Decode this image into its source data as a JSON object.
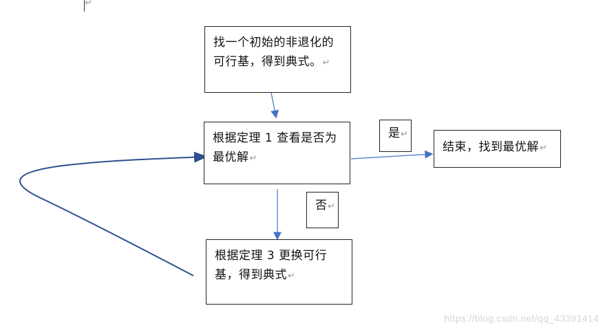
{
  "document": {
    "paragraph_mark": "↵"
  },
  "flowchart": {
    "start_box": "找一个初始的非退化的可行基，得到典式。",
    "check_box": "根据定理 1 查看是否为最优解",
    "end_box": "结束，找到最优解",
    "update_box": "根据定理 3 更换可行基，得到典式",
    "yes_label": "是",
    "no_label": "否"
  },
  "watermark": "https://blog.csdn.net/qq_43391414",
  "colors": {
    "arrow": "#4472c4",
    "loop_line": "#2f4f8f",
    "box_border": "#222222",
    "text": "#111111",
    "paragraph_mark": "#9a9a9a",
    "watermark": "#d6d6d6"
  }
}
